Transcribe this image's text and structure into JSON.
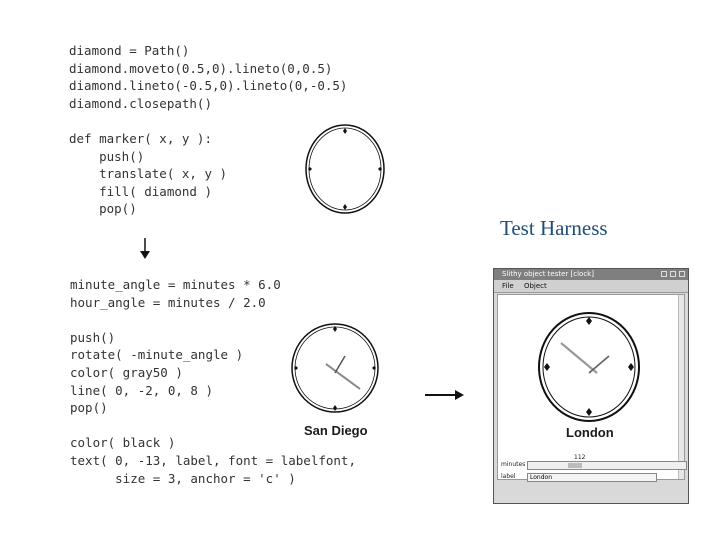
{
  "code_block_top": [
    "diamond = Path()",
    "diamond.moveto(0.5,0).lineto(0,0.5)",
    "diamond.lineto(-0.5,0).lineto(0,-0.5)",
    "diamond.closepath()",
    "",
    "def marker( x, y ):",
    "    push()",
    "    translate( x, y )",
    "    fill( diamond )",
    "    pop()"
  ],
  "code_block_bottom": [
    "minute_angle = minutes * 6.0",
    "hour_angle = minutes / 2.0",
    "",
    "push()",
    "rotate( -minute_angle )",
    "color( gray50 )",
    "line( 0, -2, 0, 8 )",
    "pop()",
    "",
    "color( black )",
    "text( 0, -13, label, font = labelfont,",
    "      size = 3, anchor = 'c' )"
  ],
  "heading": "Test Harness",
  "middle_clock_label": "San Diego",
  "app_window": {
    "title": "Slithy object tester [clock]",
    "menu": [
      "File",
      "Object"
    ],
    "clock_label": "London",
    "controls": {
      "minutes_label": "minutes",
      "minutes_value": "112",
      "label_label": "label",
      "label_value": "London"
    }
  }
}
